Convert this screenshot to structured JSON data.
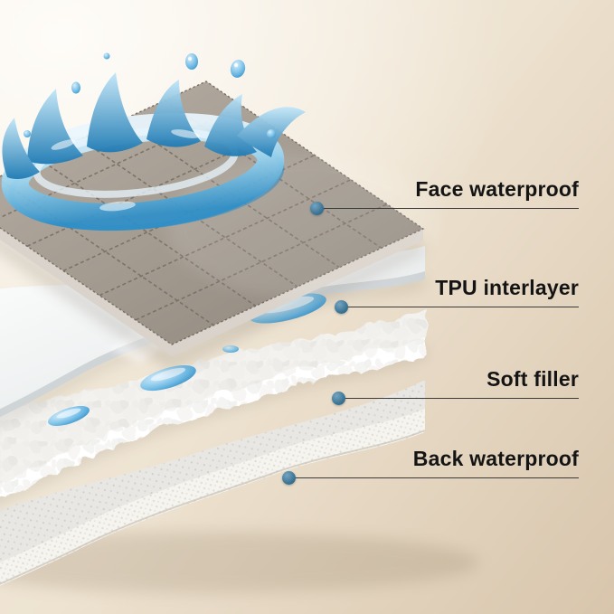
{
  "page": {
    "background_top": "#f7f1e7",
    "background_bottom": "#d8c5ac"
  },
  "accent": {
    "marker_dot": "#3c7494",
    "callout_line": "#3b3b3b",
    "label_text": "#141414",
    "water": "#2e8fc8",
    "fabric": "#a29a8f"
  },
  "callouts": [
    {
      "label": "Face waterproof"
    },
    {
      "label": "TPU interlayer"
    },
    {
      "label": "Soft filler"
    },
    {
      "label": "Back waterproof"
    }
  ]
}
